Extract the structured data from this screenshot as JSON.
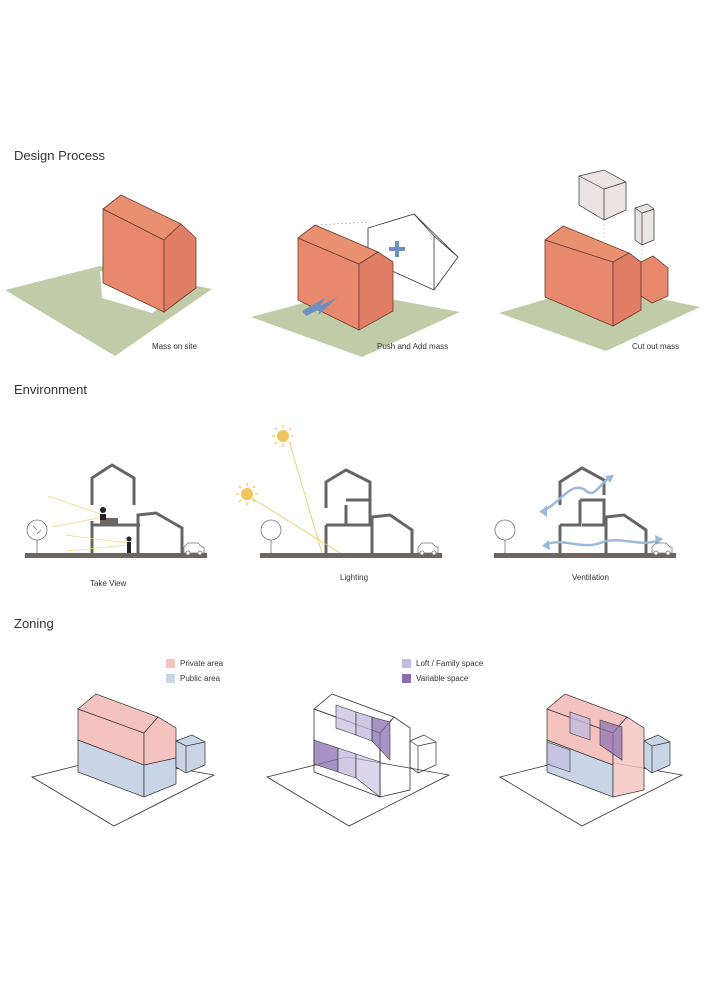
{
  "sections": {
    "design_process": {
      "title": "Design Process",
      "captions": [
        "Mass on site",
        "Push and Add mass",
        "Cut out mass"
      ]
    },
    "environment": {
      "title": "Environment",
      "captions": [
        "Take View",
        "Lighting",
        "Ventilation"
      ]
    },
    "zoning": {
      "title": "Zoning",
      "legend": [
        {
          "label": "Private area",
          "color": "#f4c2bf"
        },
        {
          "label": "Public area",
          "color": "#c9d4e6"
        },
        {
          "label": "Loft / Family space",
          "color": "#c3bbe0"
        },
        {
          "label": "Variable space",
          "color": "#8a6eb0"
        }
      ]
    }
  },
  "colors": {
    "mass": "#e8896e",
    "mass_stroke": "#6b3a2e",
    "site": "#c0cca8",
    "ground": "#6e6560",
    "sun": "#f0c45a",
    "wind": "#9db8d8",
    "arrow": "#6f8fc3",
    "cutout": "#ece4e2"
  },
  "icons": [
    "plus-icon",
    "push-arrow-icon",
    "sun-icon",
    "wind-arrow-icon",
    "tree-icon",
    "car-icon",
    "person-icon"
  ]
}
